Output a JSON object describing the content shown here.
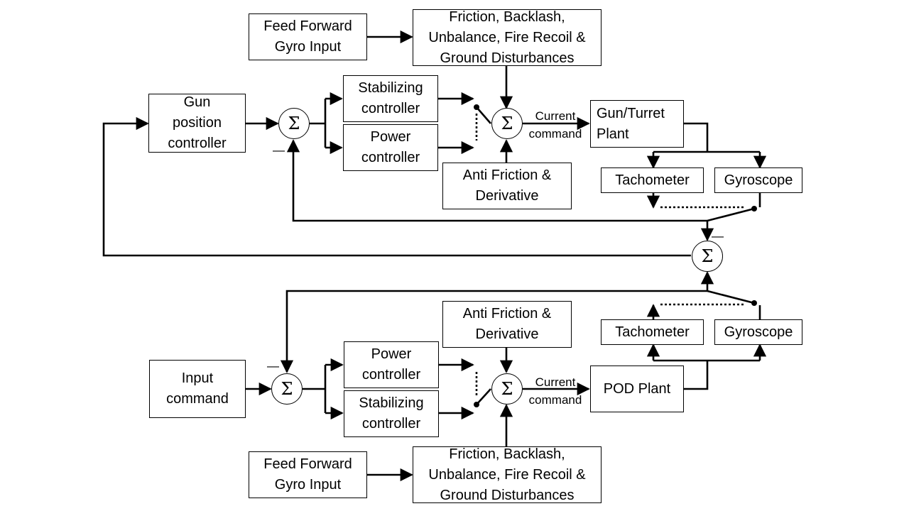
{
  "upper": {
    "feed_forward": "Feed Forward\nGyro Input",
    "disturbances": "Friction, Backlash,\nUnbalance, Fire Recoil &\nGround Disturbances",
    "gun_position_controller": "Gun\nposition\ncontroller",
    "stabilizing_controller": "Stabilizing\ncontroller",
    "power_controller": "Power\ncontroller",
    "anti_friction": "Anti Friction &\nDerivative",
    "current_command": "Current\ncommand",
    "plant": "Gun/Turret\nPlant",
    "tachometer": "Tachometer",
    "gyroscope": "Gyroscope"
  },
  "lower": {
    "input_command": "Input\ncommand",
    "power_controller": "Power\ncontroller",
    "stabilizing_controller": "Stabilizing\ncontroller",
    "anti_friction": "Anti Friction &\nDerivative",
    "current_command": "Current\ncommand",
    "plant": "POD Plant",
    "tachometer": "Tachometer",
    "gyroscope": "Gyroscope",
    "feed_forward": "Feed Forward\nGyro Input",
    "disturbances": "Friction, Backlash,\nUnbalance, Fire Recoil &\nGround Disturbances"
  },
  "symbols": {
    "sum": "Σ",
    "minus": "—"
  }
}
